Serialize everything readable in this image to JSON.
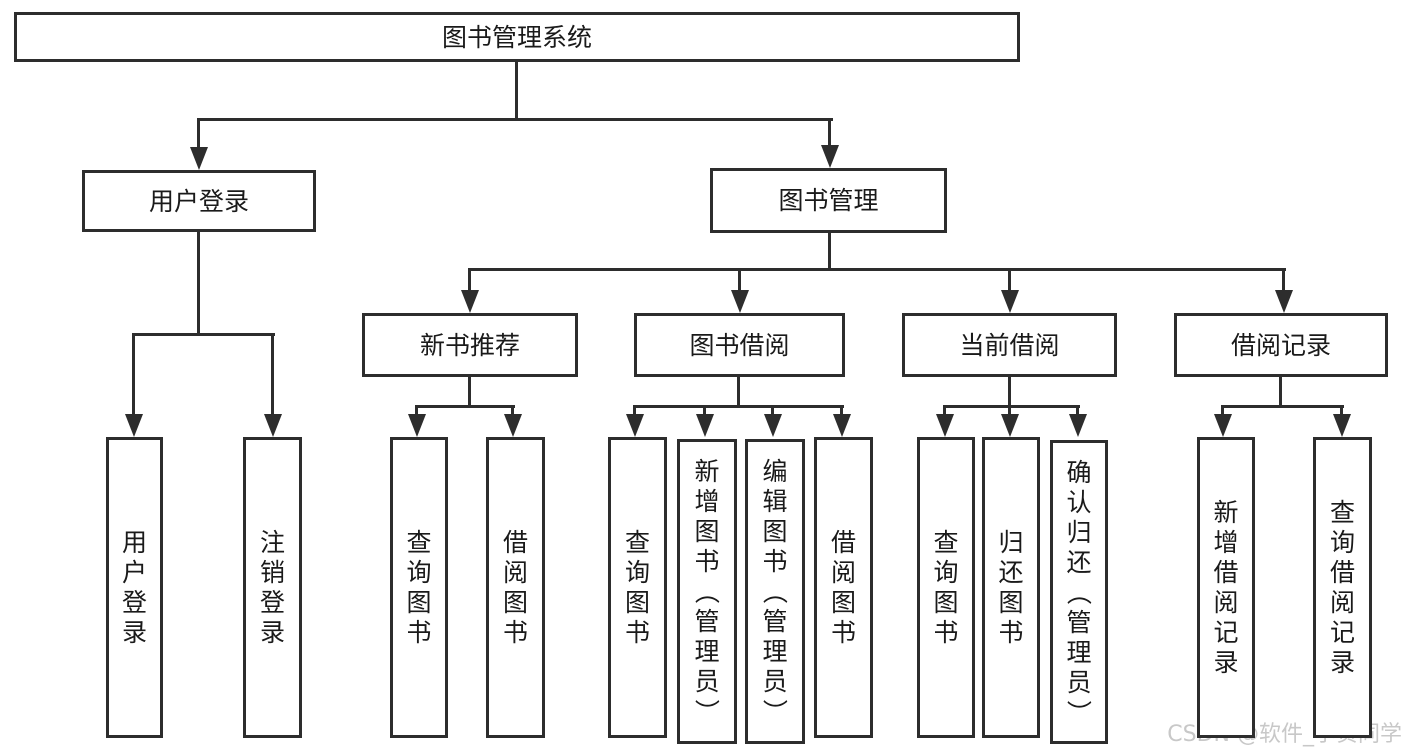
{
  "colors": {
    "line": "#2d2d2d",
    "text": "#1a1a1a",
    "background": "#ffffff",
    "watermark": "#c8c8c8"
  },
  "watermark": "CSDN @软件_小贺同学",
  "tree": {
    "label": "图书管理系统",
    "children": [
      {
        "label": "用户登录",
        "children": [
          {
            "label": "用户登录"
          },
          {
            "label": "注销登录"
          }
        ]
      },
      {
        "label": "图书管理",
        "children": [
          {
            "label": "新书推荐",
            "children": [
              {
                "label": "查询图书"
              },
              {
                "label": "借阅图书"
              }
            ]
          },
          {
            "label": "图书借阅",
            "children": [
              {
                "label": "查询图书"
              },
              {
                "label": "新增图书（管理员）"
              },
              {
                "label": "编辑图书（管理员）"
              },
              {
                "label": "借阅图书"
              }
            ]
          },
          {
            "label": "当前借阅",
            "children": [
              {
                "label": "查询图书"
              },
              {
                "label": "归还图书"
              },
              {
                "label": "确认归还（管理员）"
              }
            ]
          },
          {
            "label": "借阅记录",
            "children": [
              {
                "label": "新增借阅记录"
              },
              {
                "label": "查询借阅记录"
              }
            ]
          }
        ]
      }
    ]
  }
}
